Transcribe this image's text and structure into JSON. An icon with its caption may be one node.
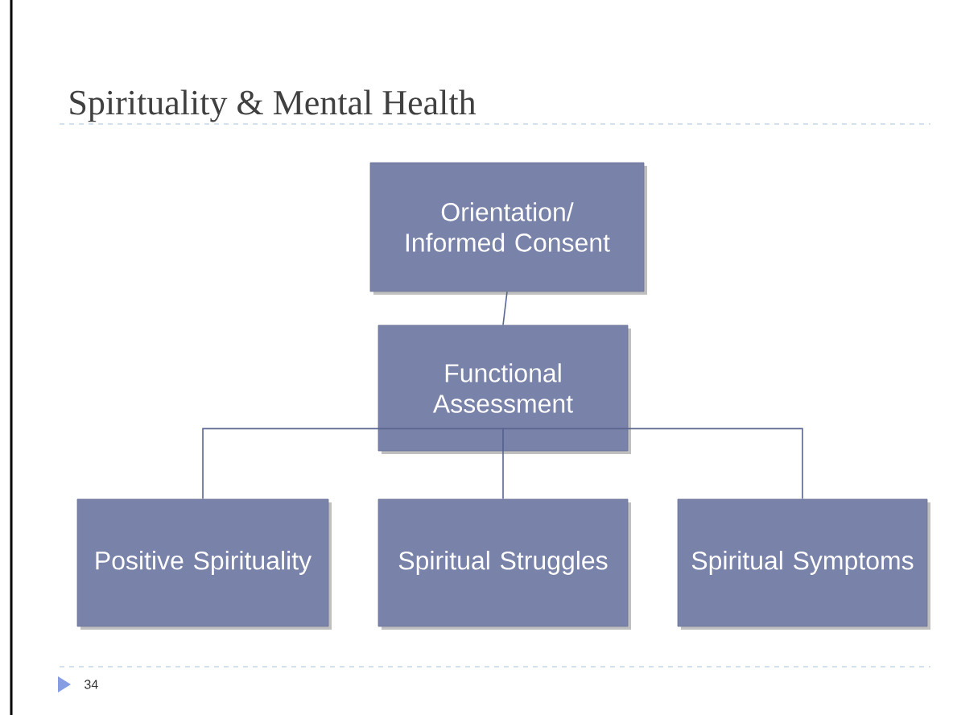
{
  "diagram": {
    "title": "Spirituality & Mental Health",
    "nodes": [
      {
        "text": [
          "Orientation/ Informed Consent"
        ]
      },
      {
        "text": [
          "Functional Assessment"
        ]
      },
      {
        "text": [
          "Positive Spirituality"
        ]
      },
      {
        "text": [
          "Spiritual Struggles"
        ]
      },
      {
        "text": [
          "Spiritual Symptoms"
        ]
      }
    ],
    "edges": [
      {
        "from": 0,
        "to": 1,
        "arrow": "none"
      },
      {
        "from": 1,
        "to": 2,
        "arrow": "none"
      },
      {
        "from": 1,
        "to": 3,
        "arrow": "none"
      },
      {
        "from": 1,
        "to": 4,
        "arrow": "none"
      }
    ],
    "labels": [
      "34"
    ]
  }
}
